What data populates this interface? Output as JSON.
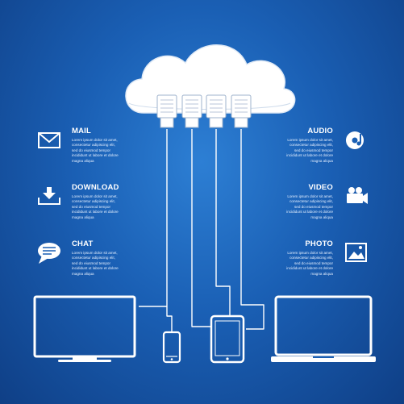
{
  "colors": {
    "background": "#1a5fb4",
    "foreground": "#ffffff"
  },
  "left_items": [
    {
      "title": "MAIL",
      "icon": "envelope-icon",
      "body": [
        "Lorem ipsum dolor sit amet,",
        "consectetur adipiscing elit,",
        "sed do eiusmod tempor",
        "incididunt ut labore et dolore",
        "magna aliqua"
      ]
    },
    {
      "title": "DOWNLOAD",
      "icon": "download-icon",
      "body": [
        "Lorem ipsum dolor sit amet,",
        "consectetur adipiscing elit,",
        "sed do eiusmod tempor",
        "incididunt ut labore et dolore",
        "magna aliqua"
      ]
    },
    {
      "title": "CHAT",
      "icon": "chat-bubble-icon",
      "body": [
        "Lorem ipsum dolor sit amet,",
        "consectetur adipiscing elit,",
        "sed do eiusmod tempor",
        "incididunt ut labore et dolore",
        "magna aliqua"
      ]
    }
  ],
  "right_items": [
    {
      "title": "AUDIO",
      "icon": "audio-disc-icon",
      "body": [
        "Lorem ipsum dolor sit amet,",
        "consectetur adipiscing elit,",
        "sed do eiusmod tempor",
        "incididunt ut labore et dolore",
        "magna aliqua"
      ]
    },
    {
      "title": "VIDEO",
      "icon": "video-camera-icon",
      "body": [
        "Lorem ipsum dolor sit amet,",
        "consectetur adipiscing elit,",
        "sed do eiusmod tempor",
        "incididunt ut labore et dolore",
        "magna aliqua"
      ]
    },
    {
      "title": "PHOTO",
      "icon": "photo-icon",
      "body": [
        "Lorem ipsum dolor sit amet,",
        "consectetur adipiscing elit,",
        "sed do eiusmod tempor",
        "incididunt ut labore et dolore",
        "magna aliqua"
      ]
    }
  ],
  "devices": [
    "monitor",
    "smartphone",
    "tablet",
    "laptop"
  ]
}
